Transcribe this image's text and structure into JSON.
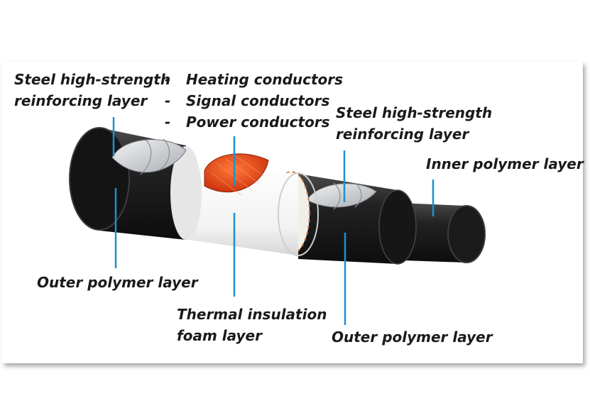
{
  "labels": {
    "steel_left": [
      "Steel high-strength",
      "reinforcing layer"
    ],
    "conductors": [
      {
        "bullet": "-",
        "text": "Heating conductors"
      },
      {
        "bullet": "-",
        "text": "Signal conductors"
      },
      {
        "bullet": "-",
        "text": "Power conductors"
      }
    ],
    "steel_right": [
      "Steel high-strength",
      "reinforcing layer"
    ],
    "inner_polymer": "Inner polymer layer",
    "outer_polymer_left": "Outer polymer layer",
    "thermal_insulation": [
      "Thermal insulation",
      "foam layer"
    ],
    "outer_polymer_right": "Outer polymer layer"
  },
  "colors": {
    "leader": "#1e90d0",
    "polymer": "#1f1f1f",
    "foam": "#f4f4f4",
    "steel": "#c9ccd0",
    "conductor": "#e8471c"
  }
}
